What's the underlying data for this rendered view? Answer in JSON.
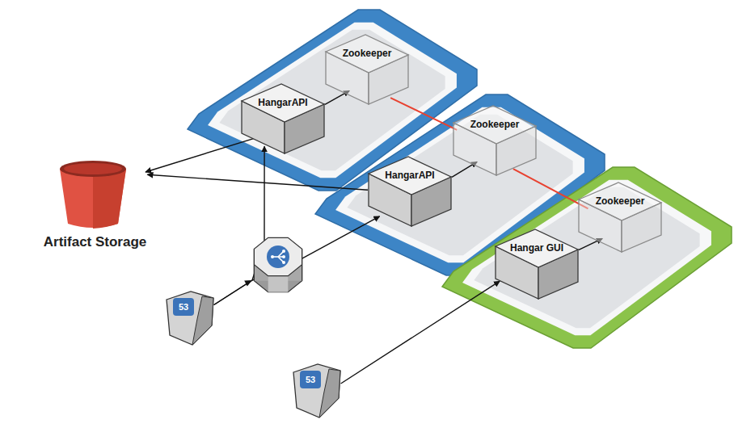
{
  "diagram": {
    "nodes": [
      {
        "text": [
          "Zookeeper"
        ]
      },
      {
        "text": [
          "HangarAPI"
        ]
      },
      {
        "text": [
          "Artifact Storage"
        ]
      },
      {
        "text": [
          "Zookeeper"
        ]
      },
      {
        "text": [
          "HangarAPI"
        ]
      },
      {
        "text": [
          "Zookeeper"
        ]
      },
      {
        "text": [
          "Hangar GUI"
        ]
      },
      {
        "text": [
          "53"
        ]
      },
      {
        "text": [
          "53"
        ]
      }
    ],
    "edges": [
      {
        "from": 1,
        "to": 0,
        "arrow": "to"
      },
      {
        "from": 4,
        "to": 3,
        "arrow": "to"
      },
      {
        "from": 6,
        "to": 5,
        "arrow": "to"
      },
      {
        "from": 1,
        "to": 2,
        "arrow": "to"
      },
      {
        "from": 4,
        "to": 2,
        "arrow": "to"
      },
      {
        "from": 0,
        "to": 3,
        "arrow": "none"
      },
      {
        "from": 3,
        "to": 5,
        "arrow": "none"
      },
      {
        "from": 7,
        "to": 1,
        "arrow": "to"
      },
      {
        "from": 7,
        "to": 4,
        "arrow": "to"
      },
      {
        "from": 8,
        "to": 6,
        "arrow": "to"
      }
    ]
  }
}
